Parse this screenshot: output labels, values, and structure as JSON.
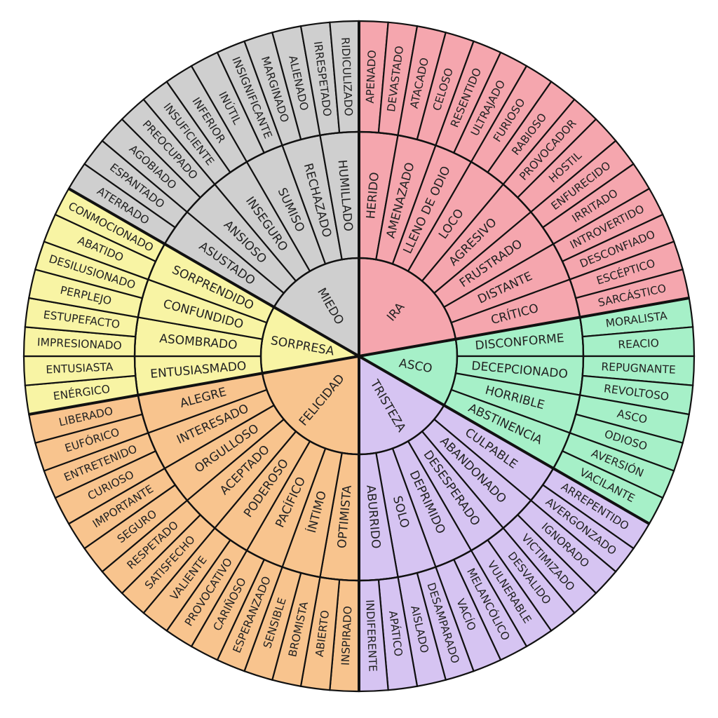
{
  "colors": {
    "IRA": "#f5a6ae",
    "ASCO": "#a6f0c8",
    "TRISTEZA": "#d6c4f2",
    "FELICIDAD": "#f8c48e",
    "SORPRESA": "#f8f4a4",
    "MIEDO": "#cfcfcf"
  },
  "emotions": [
    {
      "core": "IRA",
      "children": [
        {
          "name": "HERIDO",
          "outer": [
            "APENADO",
            "DEVASTADO"
          ]
        },
        {
          "name": "AMENAZADO",
          "outer": [
            "ATACADO",
            "CELOSO"
          ]
        },
        {
          "name": "LLENO DE ODIO",
          "outer": [
            "RESENTIDO",
            "ULTRAJADO"
          ]
        },
        {
          "name": "LOCO",
          "outer": [
            "FURIOSO",
            "RABIOSO"
          ]
        },
        {
          "name": "AGRESIVO",
          "outer": [
            "PROVOCADOR",
            "HOSTIL"
          ]
        },
        {
          "name": "FRUSTRADO",
          "outer": [
            "ENFURECIDO",
            "IRRITADO"
          ]
        },
        {
          "name": "DISTANTE",
          "outer": [
            "INTROVERTIDO",
            "DESCONFIADO"
          ]
        },
        {
          "name": "CRÍTICO",
          "outer": [
            "ESCÉPTICO",
            "SARCÁSTICO"
          ]
        }
      ]
    },
    {
      "core": "ASCO",
      "children": [
        {
          "name": "DISCONFORME",
          "outer": [
            "MORALISTA",
            "REACIO"
          ]
        },
        {
          "name": "DECEPCIONADO",
          "outer": [
            "REPUGNANTE",
            "REVOLTOSO"
          ]
        },
        {
          "name": "HORRIBLE",
          "outer": [
            "ASCO",
            "ODIOSO"
          ]
        },
        {
          "name": "ABSTINENCIA",
          "outer": [
            "AVERSIÓN",
            "VACILANTE"
          ]
        }
      ]
    },
    {
      "core": "TRISTEZA",
      "children": [
        {
          "name": "CULPABLE",
          "outer": [
            "ARREPENTIDO",
            "AVERGONZADO"
          ]
        },
        {
          "name": "ABANDONADO",
          "outer": [
            "IGNORADO",
            "VICTIMIZADO"
          ]
        },
        {
          "name": "DESESPERADO",
          "outer": [
            "DESVALIDO",
            "VULNERABLE"
          ]
        },
        {
          "name": "DEPRIMIDO",
          "outer": [
            "MELANCÓLICO",
            "VACÍO"
          ]
        },
        {
          "name": "SOLO",
          "outer": [
            "DESAMPARADO",
            "AISLADO"
          ]
        },
        {
          "name": "ABURRIDO",
          "outer": [
            "APÁTICO",
            "INDIFERENTE"
          ]
        }
      ]
    },
    {
      "core": "FELICIDAD",
      "children": [
        {
          "name": "OPTIMISTA",
          "outer": [
            "INSPIRADO",
            "ABIERTO"
          ]
        },
        {
          "name": "ÍNTIMO",
          "outer": [
            "BROMISTA",
            "SENSIBLE"
          ]
        },
        {
          "name": "PACÍFICO",
          "outer": [
            "ESPERANZADO",
            "CARIÑOSO"
          ]
        },
        {
          "name": "PODEROSO",
          "outer": [
            "PROVOCATIVO",
            "VALIENTE"
          ]
        },
        {
          "name": "ACEPTADO",
          "outer": [
            "SATISFECHO",
            "RESPETADO"
          ]
        },
        {
          "name": "ORGULLOSO",
          "outer": [
            "SEGURO",
            "IMPORTANTE"
          ]
        },
        {
          "name": "INTERESADO",
          "outer": [
            "CURIOSO",
            "ENTRETENIDO"
          ]
        },
        {
          "name": "ALEGRE",
          "outer": [
            "EUFÓRICO",
            "LIBERADO"
          ]
        }
      ]
    },
    {
      "core": "SORPRESA",
      "children": [
        {
          "name": "ENTUSIASMADO",
          "outer": [
            "ENÉRGICO",
            "ENTUSIASTA"
          ]
        },
        {
          "name": "ASOMBRADO",
          "outer": [
            "IMPRESIONADO",
            "ESTUPEFACTO"
          ]
        },
        {
          "name": "CONFUNDIDO",
          "outer": [
            "PERPLEJO",
            "DESILUSIONADO"
          ]
        },
        {
          "name": "SORPRENDIDO",
          "outer": [
            "ABATIDO",
            "CONMOCIONADO"
          ]
        }
      ]
    },
    {
      "core": "MIEDO",
      "children": [
        {
          "name": "ASUSTADO",
          "outer": [
            "ATERRADO",
            "ESPANTADO"
          ]
        },
        {
          "name": "ANSIOSO",
          "outer": [
            "AGOBIADO",
            "PREOCUPADO"
          ]
        },
        {
          "name": "INSEGURO",
          "outer": [
            "INSUFICIENTE",
            "INFERIOR"
          ]
        },
        {
          "name": "SUMISO",
          "outer": [
            "INÚTIL",
            "INSIGNIFICANTE"
          ]
        },
        {
          "name": "RECHAZADO",
          "outer": [
            "MARGINADO",
            "ALIENADO"
          ]
        },
        {
          "name": "HUMILLADO",
          "outer": [
            "IRRESPETADO",
            "RIDICULIZADO"
          ]
        }
      ]
    }
  ]
}
